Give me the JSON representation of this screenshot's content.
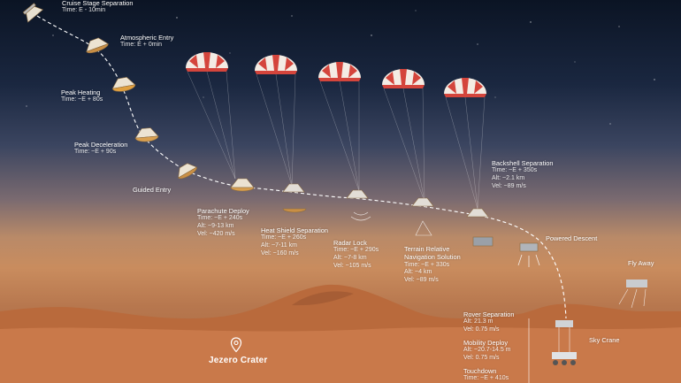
{
  "stages": [
    {
      "id": "cruise",
      "title": "Cruise Stage Separation",
      "lines": [
        "Time: E - 10min"
      ]
    },
    {
      "id": "atmos",
      "title": "Atmospheric Entry",
      "lines": [
        "Time: E + 0min"
      ]
    },
    {
      "id": "heating",
      "title": "Peak Heating",
      "lines": [
        "Time: ~E + 80s"
      ]
    },
    {
      "id": "decel",
      "title": "Peak Deceleration",
      "lines": [
        "Time: ~E + 90s"
      ]
    },
    {
      "id": "guided",
      "title": "Guided Entry",
      "lines": []
    },
    {
      "id": "parachute",
      "title": "Parachute Deploy",
      "lines": [
        "Time: ~E + 240s",
        "Alt: ~9-13 km",
        "Vel: ~420 m/s"
      ]
    },
    {
      "id": "heatshield",
      "title": "Heat Shield Separation",
      "lines": [
        "Time: ~E + 260s",
        "Alt: ~7-11 km",
        "Vel: ~160 m/s"
      ]
    },
    {
      "id": "radar",
      "title": "Radar Lock",
      "lines": [
        "Time: ~E + 290s",
        "Alt: ~7-8 km",
        "Vel: ~105 m/s"
      ]
    },
    {
      "id": "terrain",
      "title": "Terrain Relative\nNavigation Solution",
      "lines": [
        "Time: ~E + 330s",
        "Alt: ~4 km",
        "Vel: ~89 m/s"
      ]
    },
    {
      "id": "backshell",
      "title": "Backshell Separation",
      "lines": [
        "Time: ~E + 350s",
        "Alt: ~2.1 km",
        "Vel: ~89 m/s"
      ]
    },
    {
      "id": "powered",
      "title": "Powered Descent",
      "lines": []
    },
    {
      "id": "flyaway",
      "title": "Fly Away",
      "lines": []
    },
    {
      "id": "rover_sep",
      "title": "Rover Separation",
      "lines": [
        "Alt: 21.3 m",
        "Vel: 0.75 m/s"
      ]
    },
    {
      "id": "mobility",
      "title": "Mobility Deploy",
      "lines": [
        "Alt: ~20.7-14.5 m",
        "Vel: 0.75 m/s"
      ]
    },
    {
      "id": "skycrane",
      "title": "Sky Crane",
      "lines": []
    },
    {
      "id": "touchdown",
      "title": "Touchdown",
      "lines": [
        "Time: ~E + 410s"
      ]
    }
  ],
  "location": {
    "name": "Jezero Crater"
  },
  "colors": {
    "chute_red": "#d4453c",
    "chute_white": "#f4ece4",
    "path": "#ffffff"
  }
}
